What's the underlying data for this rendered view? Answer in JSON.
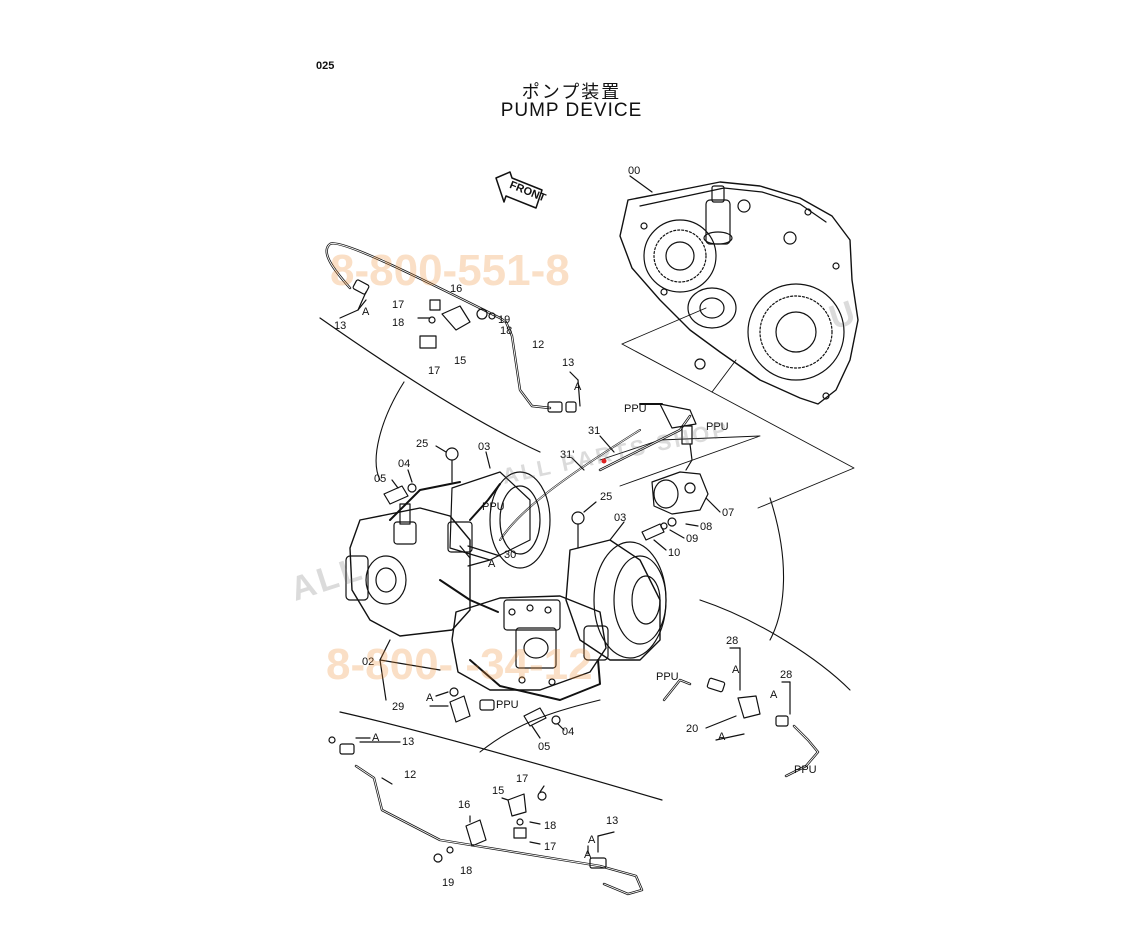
{
  "page_number": "025",
  "title_jp": "ポンプ装置",
  "title_en": "PUMP DEVICE",
  "front_label": "FRONT",
  "watermarks": {
    "phone_top": "8-800-551-8",
    "phone_bottom": "8-800-  -34-12",
    "brand_left": "ALL",
    "brand_center": "ALL PARTS SHOP",
    "brand_right": "U"
  },
  "callouts": {
    "c00": "00",
    "c02": "02",
    "c03a": "03",
    "c03b": "03",
    "c04a": "04",
    "c04b": "04",
    "c05a": "05",
    "c05b": "05",
    "c07": "07",
    "c08": "08",
    "c09": "09",
    "c10": "10",
    "c12a": "12",
    "c12b": "12",
    "c13a": "13",
    "c13b": "13",
    "c13c": "13",
    "c13d": "13",
    "c15a": "15",
    "c15b": "15",
    "c16a": "16",
    "c16b": "16",
    "c17a": "17",
    "c17b": "17",
    "c17c": "17",
    "c17d": "17",
    "c18a": "18",
    "c18b": "18",
    "c18c": "18",
    "c18d": "18",
    "c19a": "19",
    "c19b": "19",
    "c20": "20",
    "c25a": "25",
    "c25b": "25",
    "c28a": "28",
    "c28b": "28",
    "c29": "29",
    "c30": "30",
    "c31": "31",
    "c31p": "31'",
    "a1": "A",
    "a2": "A",
    "a3": "A",
    "a4": "A",
    "a5": "A",
    "a6": "A",
    "a7": "A",
    "a8": "A",
    "a9": "A",
    "a10": "A",
    "ppu1": "PPU",
    "ppu2": "PPU",
    "ppu3": "PPU",
    "ppu4": "PPU",
    "ppu5": "PPU",
    "ppu6": "PPU"
  }
}
